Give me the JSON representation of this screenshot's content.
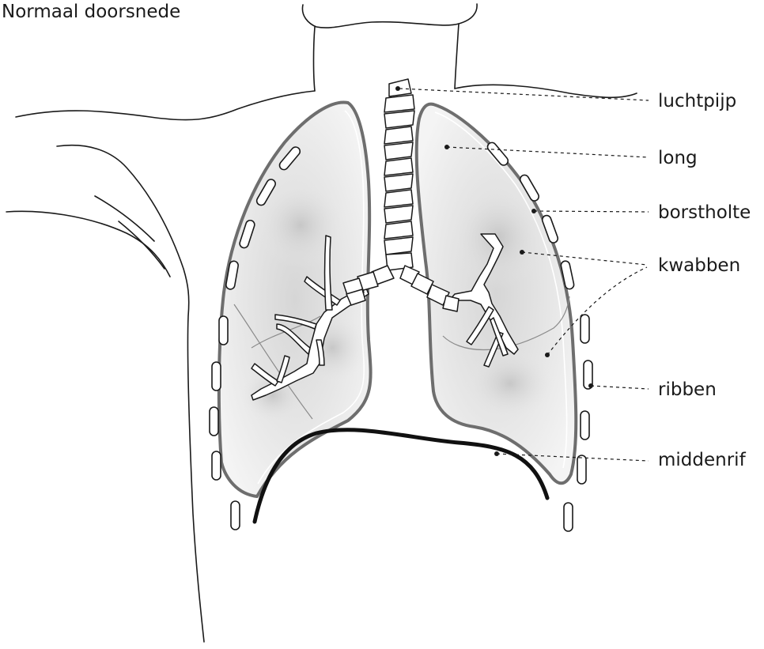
{
  "title": "Normaal doorsnede",
  "labels": {
    "trachea": "luchtpijp",
    "lung": "long",
    "chest_cavity": "borstholte",
    "lobes": "kwabben",
    "ribs": "ribben",
    "diaphragm": "middenrif"
  }
}
